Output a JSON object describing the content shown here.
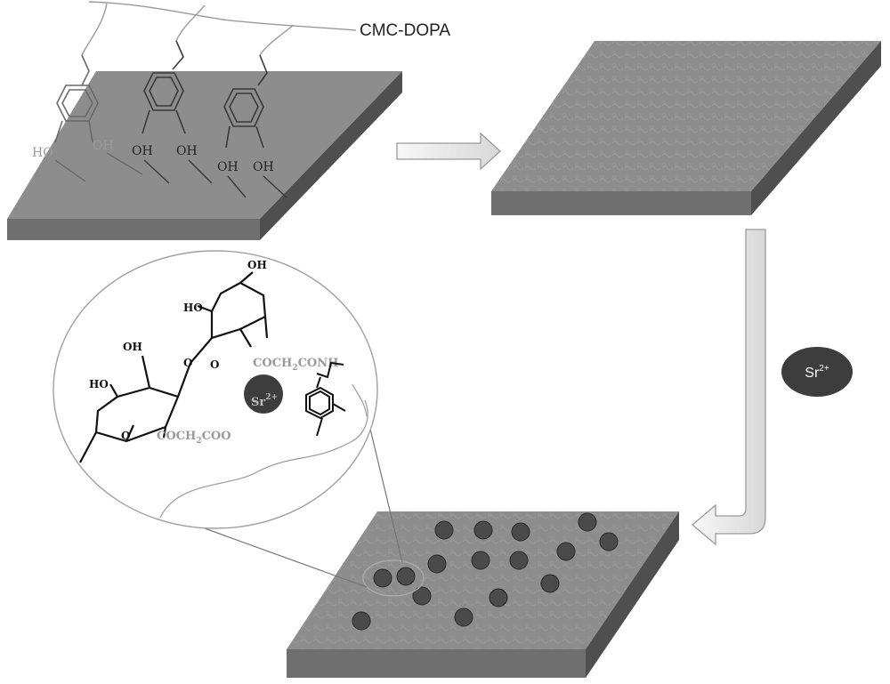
{
  "labels": {
    "polymer": "CMC-DOPA",
    "ion_base": "Sr",
    "ion_charge": "2+"
  },
  "stage1": {
    "groups": [
      {
        "left": "HO",
        "right": "OH"
      },
      {
        "left": "OH",
        "right": "OH"
      },
      {
        "left": "OH",
        "right": "OH"
      }
    ]
  },
  "zoom": {
    "oh_top": "OH",
    "oh_ring2_left": "HO",
    "oh_ring1_top": "OH",
    "oh_ring1_left": "HO",
    "ring_o1": "O",
    "ring_o2": "O",
    "linker_o": "O",
    "cooh_group": "COCH",
    "cooh_sub": "2",
    "cooh_tail": "COO",
    "amide_group": "COCH",
    "amide_sub": "2",
    "amide_tail": "CONH",
    "ion_in_zoom": "Sr",
    "ion_in_zoom_charge": "2+"
  },
  "colors": {
    "plate_top": "#8d8d8d",
    "plate_front": "#6f6f6f",
    "plate_side": "#4f4f4f",
    "particle": "#4a4a4a",
    "ion_badge": "#3d3d3d",
    "line": "#7a7a7a",
    "arrow_fill": "#efefef",
    "arrow_stroke": "#9a9a9a",
    "chem_gray": "#9a9a9a"
  }
}
